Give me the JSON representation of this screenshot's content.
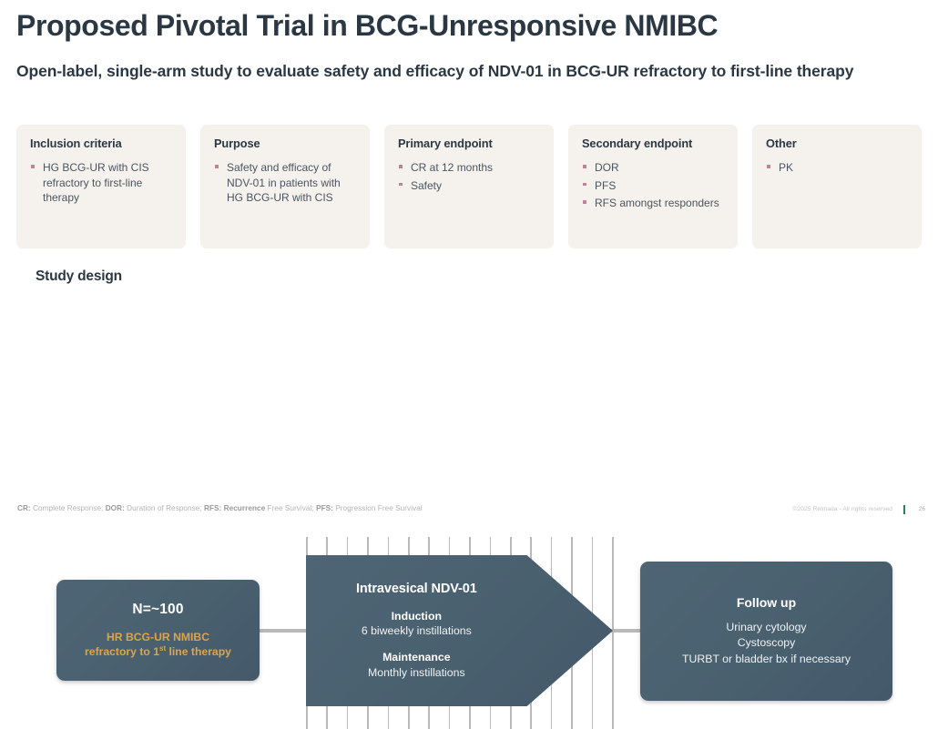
{
  "header": {
    "title": "Proposed Pivotal Trial in BCG-Unresponsive NMIBC",
    "subtitle": "Open-label, single-arm study to evaluate safety and efficacy of NDV-01 in BCG-UR refractory to first-line therapy"
  },
  "cards": [
    {
      "title": "Inclusion criteria",
      "items": [
        "HG BCG-UR with CIS refractory to first-line therapy"
      ]
    },
    {
      "title": "Purpose",
      "items": [
        "Safety and efficacy of NDV-01 in patients with HG BCG-UR with CIS"
      ]
    },
    {
      "title": "Primary endpoint",
      "items": [
        "CR at 12 months",
        "Safety"
      ]
    },
    {
      "title": "Secondary endpoint",
      "items": [
        "DOR",
        "PFS",
        "RFS amongst responders"
      ]
    },
    {
      "title": "Other",
      "items": [
        "PK"
      ]
    }
  ],
  "study_design": {
    "label": "Study design",
    "enrollment": {
      "n_label": "N=~100",
      "description_line1": "HR BCG-UR NMIBC",
      "description_line2_pre": "refractory to 1",
      "description_line2_sup": "st",
      "description_line2_post": " line therapy"
    },
    "treatment": {
      "heading": "Intravesical NDV-01",
      "phases": [
        {
          "name": "Induction",
          "desc": "6 biweekly instillations"
        },
        {
          "name": "Maintenance",
          "desc": "Monthly instillations"
        }
      ]
    },
    "followup": {
      "heading": "Follow up",
      "lines": [
        "Urinary cytology",
        "Cystoscopy",
        "TURBT or bladder bx if necessary"
      ]
    }
  },
  "footer": {
    "abbreviations": [
      {
        "abbr": "CR:",
        "text": " Complete Response; "
      },
      {
        "abbr": "DOR:",
        "text": " Duration of Response; "
      },
      {
        "abbr": "RFS: Recurrence",
        "text": " Free Survival; "
      },
      {
        "abbr": "PFS:",
        "text": " Progression Free Survival"
      }
    ],
    "copyright": "©2025 Relmada - All rights reserved",
    "page_number": "26"
  },
  "colors": {
    "slate": "#49606f",
    "card_bg": "#f5f1ec",
    "bullet": "#c08294",
    "gold": "#d9a54f",
    "connector": "#b9b9b9",
    "accent_green": "#2f7d5c"
  }
}
